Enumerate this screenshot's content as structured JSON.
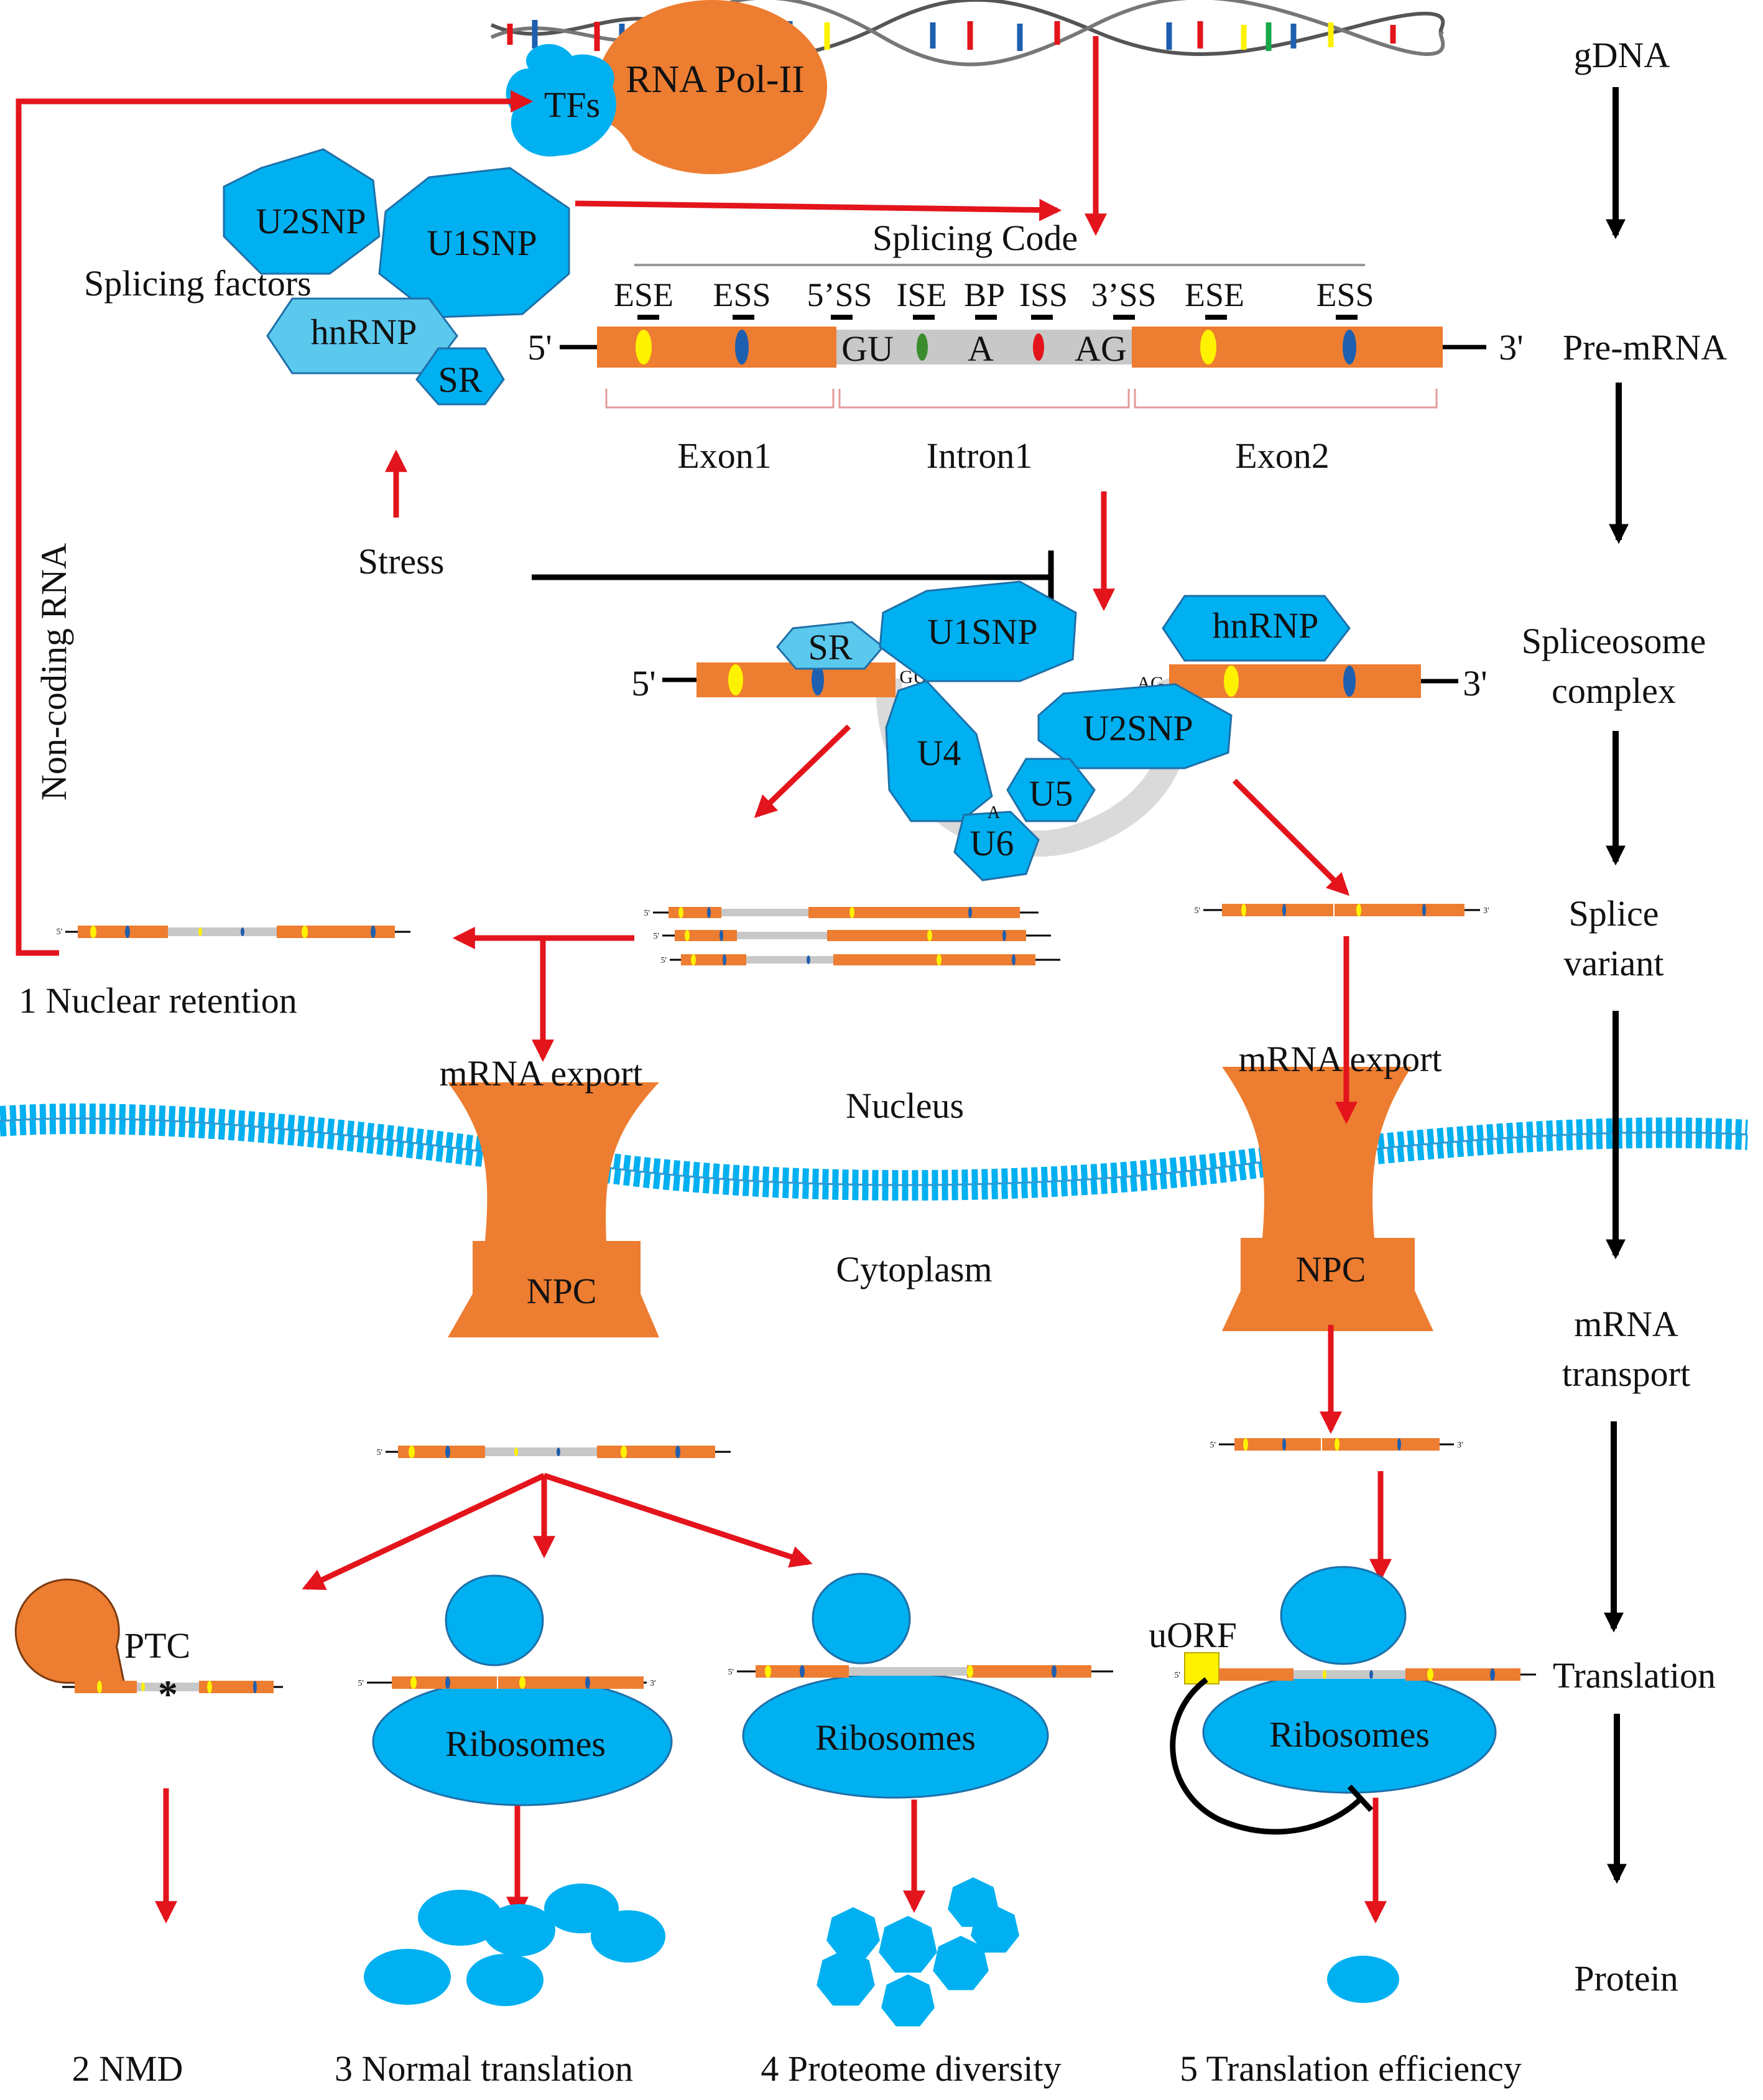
{
  "colors": {
    "orange": "#ED7D31",
    "blue": "#00B0F0",
    "blue_light": "#5BC8EE",
    "blue_outline": "#1F6FA8",
    "red": "#E3141B",
    "black": "#000000",
    "gray": "#C8C8C8",
    "yellow": "#FFF200",
    "dark_blue": "#1F5FAF"
  },
  "stages": {
    "gdna": "gDNA",
    "premrna": "Pre-mRNA",
    "spliceosome_1": "Spliceosome",
    "spliceosome_2": "complex",
    "splice_1": "Splice",
    "splice_2": "variant",
    "mrna_1": "mRNA",
    "mrna_2": "transport",
    "translation": "Translation",
    "protein": "Protein"
  },
  "top": {
    "rna_pol": "RNA Pol-II",
    "tfs": "TFs",
    "u2snp": "U2SNP",
    "u1snp": "U1SNP",
    "hnrnp": "hnRNP",
    "sr": "SR",
    "splicing_factors": "Splicing factors",
    "stress": "Stress",
    "noncoding": "Non-coding RNA"
  },
  "premrna": {
    "splicing_code": "Splicing Code",
    "five": "5'",
    "three": "3'",
    "gu": "GU",
    "a": "A",
    "ag": "AG",
    "elements": [
      "ESE",
      "ESS",
      "5’SS",
      "ISE",
      "BP",
      "ISS",
      "3’SS",
      "ESE",
      "ESS"
    ],
    "exon1": "Exon1",
    "intron1": "Intron1",
    "exon2": "Exon2"
  },
  "spliceosome": {
    "sr": "SR",
    "u1snp": "U1SNP",
    "hnrnp": "hnRNP",
    "u2snp": "U2SNP",
    "u4": "U4",
    "u5": "U5",
    "u6": "U6",
    "gu": "GU",
    "ag": "AG",
    "a": "A",
    "five": "5'",
    "three": "3'"
  },
  "transport": {
    "mini5": "5'",
    "mini3": "3'",
    "nuclear_retention": "1 Nuclear retention",
    "mrna_export_left": "mRNA export",
    "mrna_export_right": "mRNA export",
    "nucleus": "Nucleus",
    "cytoplasm": "Cytoplasm",
    "npc_left": "NPC",
    "npc_right": "NPC"
  },
  "outcomes": {
    "ptc": "PTC",
    "star": "*",
    "uorf": "uORF",
    "ribosomes_1": "Ribosomes",
    "ribosomes_2": "Ribosomes",
    "ribosomes_3": "Ribosomes",
    "o2": "2 NMD",
    "o3": "3 Normal translation",
    "o4": "4 Proteome diversity",
    "o5": "5 Translation efficiency"
  }
}
